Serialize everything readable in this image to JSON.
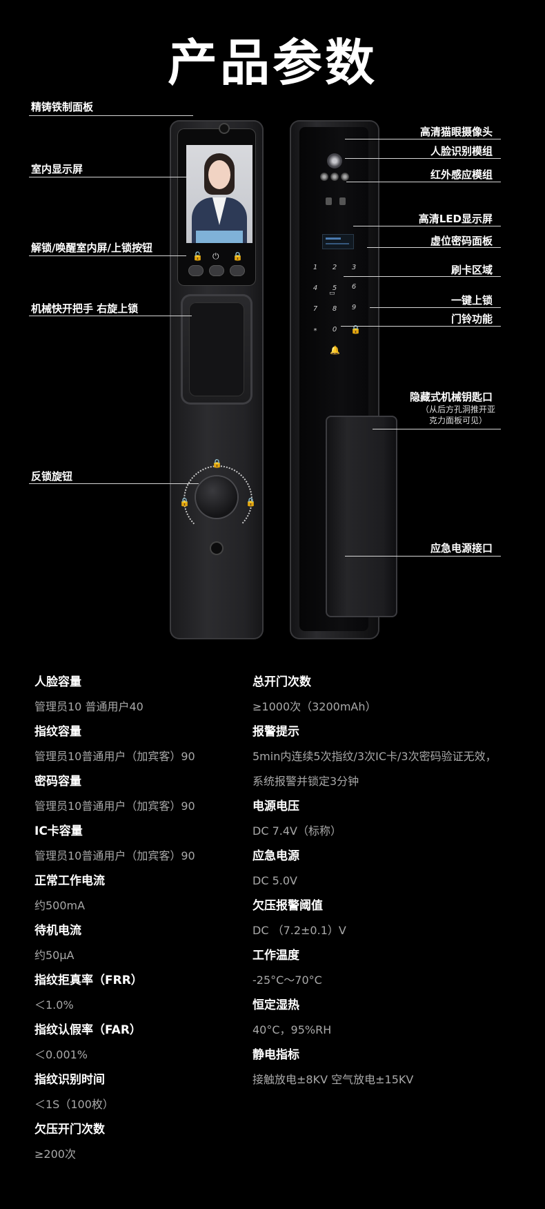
{
  "title": "产品参数",
  "callouts_left": [
    "精铸铁制面板",
    "室内显示屏",
    "解锁/唤醒室内屏/上锁按钮",
    "机械快开把手 右旋上锁",
    "反锁旋钮"
  ],
  "callouts_right": [
    "高清猫眼摄像头",
    "人脸识别模组",
    "红外感应模组",
    "高清LED显示屏",
    "虚位密码面板",
    "刷卡区域",
    "一键上锁",
    "门铃功能",
    "隐藏式机械钥匙口",
    "应急电源接口"
  ],
  "callout_key_note": [
    "（从后方孔洞推开亚",
    "克力面板可见）"
  ],
  "keypad": [
    "1",
    "2",
    "3",
    "4",
    "5",
    "6",
    "7",
    "8",
    "9",
    "*",
    "0"
  ],
  "specs_left": [
    {
      "label": "人脸容量",
      "value": "管理员10   普通用户40"
    },
    {
      "label": "指纹容量",
      "value": "管理员10普通用户（加宾客）90"
    },
    {
      "label": "密码容量",
      "value": "管理员10普通用户（加宾客）90"
    },
    {
      "label": "IC卡容量",
      "value": "管理员10普通用户（加宾客）90"
    },
    {
      "label": "正常工作电流",
      "value": "约500mA"
    },
    {
      "label": "待机电流",
      "value": "约50μA"
    },
    {
      "label": "指纹拒真率（FRR）",
      "value": "＜1.0%"
    },
    {
      "label": "指纹认假率（FAR）",
      "value": "＜0.001%"
    },
    {
      "label": "指纹识别时间",
      "value": "＜1S（100枚）"
    },
    {
      "label": "欠压开门次数",
      "value": "≥200次"
    }
  ],
  "specs_right": [
    {
      "label": "总开门次数",
      "values": [
        "≥1000次（3200mAh）"
      ]
    },
    {
      "label": "报警提示",
      "values": [
        "5min内连续5次指纹/3次IC卡/3次密码验证无效，",
        "系统报警并锁定3分钟"
      ]
    },
    {
      "label": "电源电压",
      "values": [
        "DC 7.4V（标称）"
      ]
    },
    {
      "label": "应急电源",
      "values": [
        "DC 5.0V"
      ]
    },
    {
      "label": "欠压报警阈值",
      "values": [
        "DC （7.2±0.1）V"
      ]
    },
    {
      "label": "工作温度",
      "values": [
        "-25°C～70°C"
      ]
    },
    {
      "label": "恒定湿热",
      "values": [
        "40°C，95%RH"
      ]
    },
    {
      "label": "静电指标",
      "values": [
        "接触放电±8KV  空气放电±15KV"
      ]
    }
  ]
}
